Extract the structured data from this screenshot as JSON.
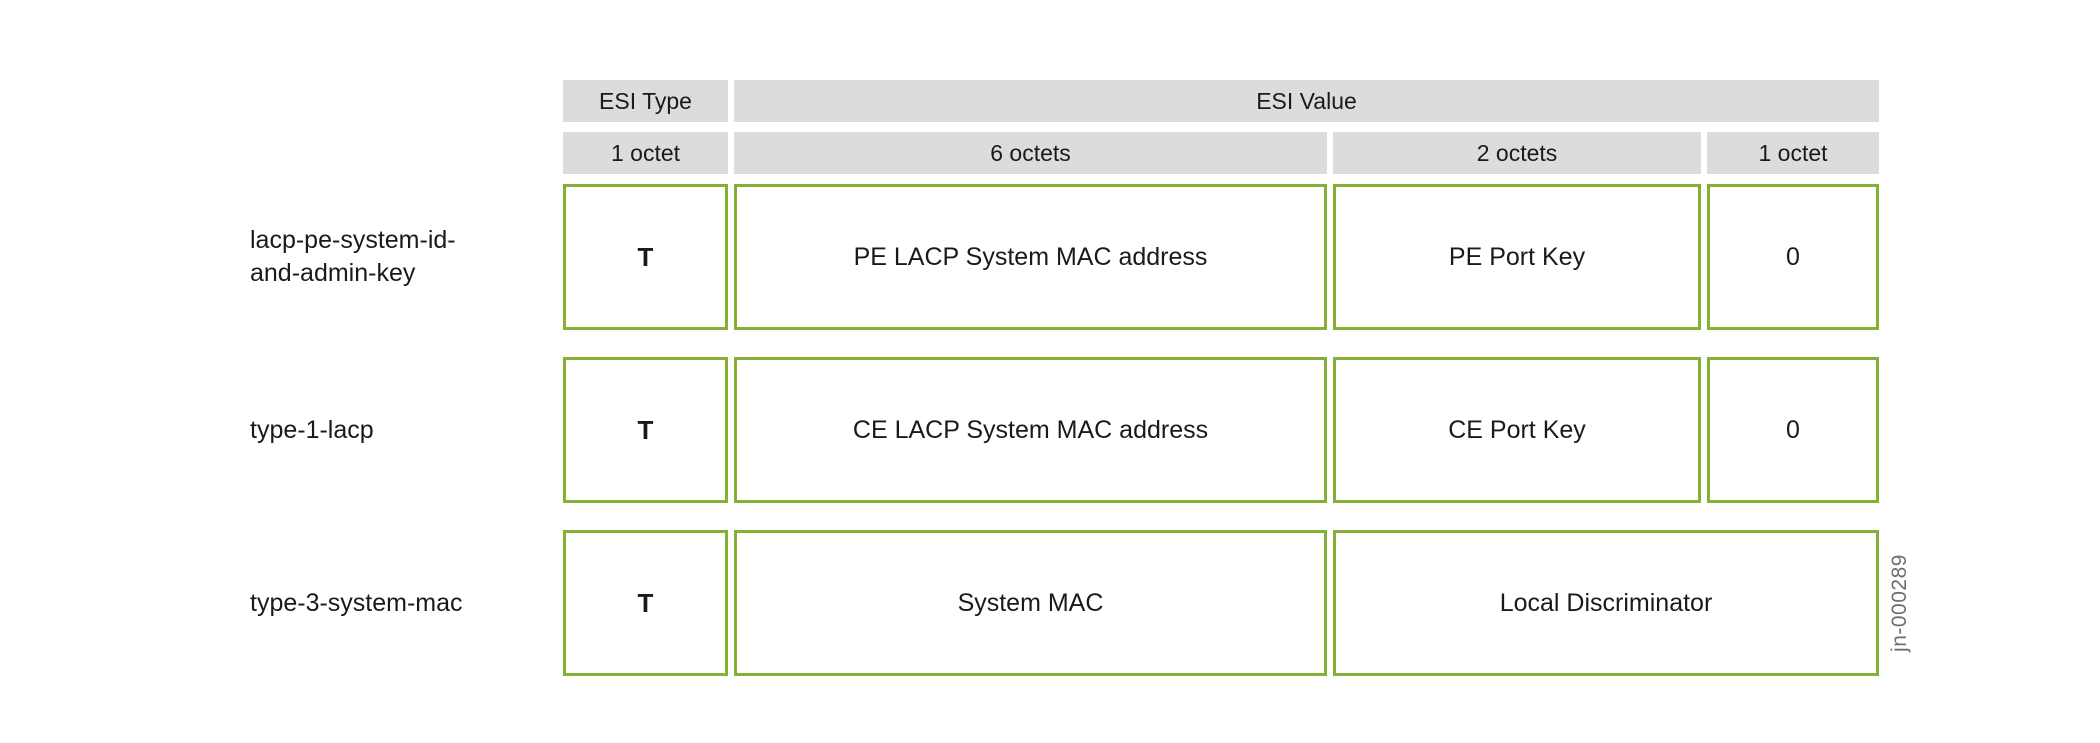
{
  "figure": {
    "id_label": "jn-000289",
    "colors": {
      "green_border": "#84b135",
      "header_gray": "#dcdcdc"
    },
    "header": {
      "type_label": "ESI Type",
      "value_label": "ESI Value",
      "octet_labels": [
        "1 octet",
        "6 octets",
        "2 octets",
        "1 octet"
      ]
    },
    "rows": [
      {
        "label": "lacp-pe-system-id-and-admin-key",
        "cells": [
          "T",
          "PE LACP System MAC address",
          "PE Port Key",
          "0"
        ]
      },
      {
        "label": "type-1-lacp",
        "cells": [
          "T",
          "CE LACP System MAC address",
          "CE Port Key",
          "0"
        ]
      },
      {
        "label": "type-3-system-mac",
        "cells": [
          "T",
          "System MAC",
          "Local Discriminator"
        ]
      }
    ]
  }
}
